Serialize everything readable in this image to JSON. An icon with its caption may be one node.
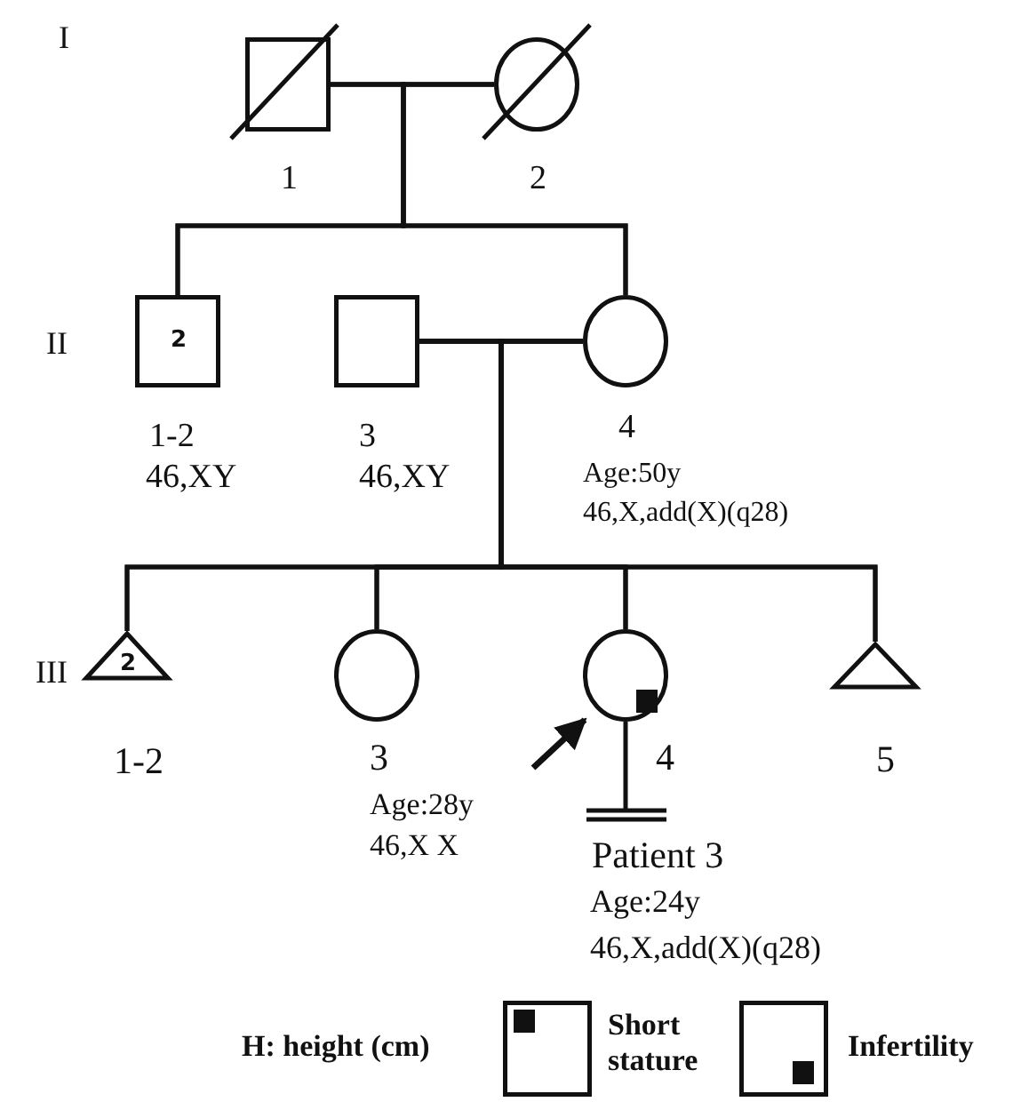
{
  "diagram": {
    "nodes": [
      {
        "text": [],
        "shape": "box",
        "beside": [
          "1"
        ]
      },
      {
        "text": [],
        "shape": "circle",
        "beside": [
          "2"
        ]
      },
      {
        "text": [
          "2"
        ],
        "beside": [
          "1-2",
          "46,XY"
        ]
      },
      {
        "text": [],
        "shape": "box",
        "beside": [
          "3",
          "46,XY"
        ]
      },
      {
        "text": [],
        "shape": "circle",
        "beside": [
          "4",
          "Age:50y",
          "46,X,add(X)(q28)"
        ]
      },
      {
        "text": [
          "2"
        ],
        "beside": [
          "1-2"
        ]
      },
      {
        "text": [],
        "shape": "circle",
        "beside": [
          "3",
          "Age:28y",
          "46,X X"
        ]
      },
      {
        "text": [],
        "shape": "circle",
        "beside": [
          "4",
          "Patient 3",
          "Age:24y",
          "46,X,add(X)(q28)"
        ]
      },
      {
        "text": [],
        "shape": "triangle",
        "beside": [
          "5"
        ]
      }
    ],
    "edges": [
      {
        "from": 0,
        "to": 1,
        "arrow": "none"
      },
      {
        "from": 0,
        "to": 2,
        "arrow": "none"
      },
      {
        "from": 1,
        "to": 2,
        "arrow": "none"
      },
      {
        "from": 0,
        "to": 4,
        "arrow": "none"
      },
      {
        "from": 1,
        "to": 4,
        "arrow": "none"
      },
      {
        "from": 3,
        "to": 4,
        "arrow": "none"
      },
      {
        "from": 3,
        "to": 5,
        "arrow": "none"
      },
      {
        "from": 4,
        "to": 5,
        "arrow": "none"
      },
      {
        "from": 3,
        "to": 6,
        "arrow": "none"
      },
      {
        "from": 4,
        "to": 6,
        "arrow": "none"
      },
      {
        "from": 3,
        "to": 7,
        "arrow": "none"
      },
      {
        "from": 4,
        "to": 7,
        "arrow": "none"
      },
      {
        "from": 3,
        "to": 8,
        "arrow": "none"
      },
      {
        "from": 4,
        "to": 8,
        "arrow": "none"
      },
      {
        "from": null,
        "to": 7,
        "arrow": "to"
      }
    ],
    "labels": [
      "I",
      "II",
      "III",
      "H: height (cm)"
    ],
    "legend": [
      {
        "text": "Short stature"
      },
      {
        "text": "Infertility"
      }
    ]
  }
}
